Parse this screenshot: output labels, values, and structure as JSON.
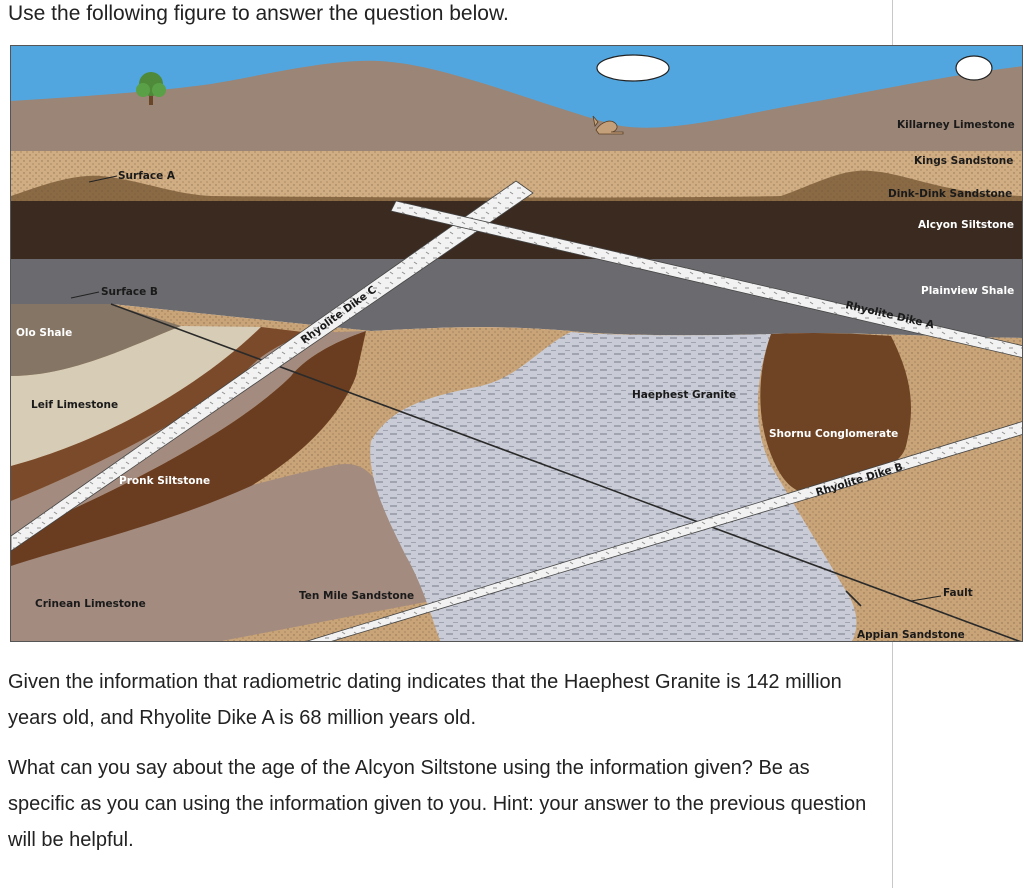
{
  "intro_text": "Use the following figure to answer the question below.",
  "figure": {
    "labels": {
      "killarney_limestone": "Killarney Limestone",
      "kings_sandstone": "Kings Sandstone",
      "dink_dink_sandstone": "Dink-Dink Sandstone",
      "alcyon_siltstone": "Alcyon Siltstone",
      "plainview_shale": "Plainview Shale",
      "surface_a": "Surface A",
      "surface_b": "Surface B",
      "olo_shale": "Olo Shale",
      "leif_limestone": "Leif Limestone",
      "pronk_siltstone": "Pronk Siltstone",
      "crinean_limestone": "Crinean Limestone",
      "ten_mile_sandstone": "Ten Mile Sandstone",
      "haephest_granite": "Haephest Granite",
      "shornu_conglomerate": "Shornu Conglomerate",
      "rhyolite_dike_a": "Rhyolite Dike A",
      "rhyolite_dike_b": "Rhyolite Dike B",
      "rhyolite_dike_c": "Rhyolite Dike C",
      "fault": "Fault",
      "appian_sandstone": "Appian Sandstone"
    },
    "colors": {
      "sky": "#52a6df",
      "killarney": "#9a8576",
      "kings_sandstone": "#d0ad82",
      "dink_dink": "#8a6a45",
      "alcyon": "#3a2a20",
      "plainview": "#6b6b6f",
      "olo": "#857564",
      "leif": "#d7ccb6",
      "pronk": "#7a4a2a",
      "brown_dark": "#6a3d20",
      "crinean": "#a38b7f",
      "ten_mile": "#c9a478",
      "granite": "#c9ccd6",
      "shornu": "#6e4424",
      "dike": "#f2f2f2"
    }
  },
  "paragraph_1": "Given the information that radiometric dating indicates that the Haephest Granite is 142 million years old, and Rhyolite Dike A is 68 million years old.",
  "paragraph_2": "What can you say about the age of the Alcyon Siltstone using the information given? Be as specific as you can using the information given to you. Hint: your answer to the previous question will be helpful."
}
